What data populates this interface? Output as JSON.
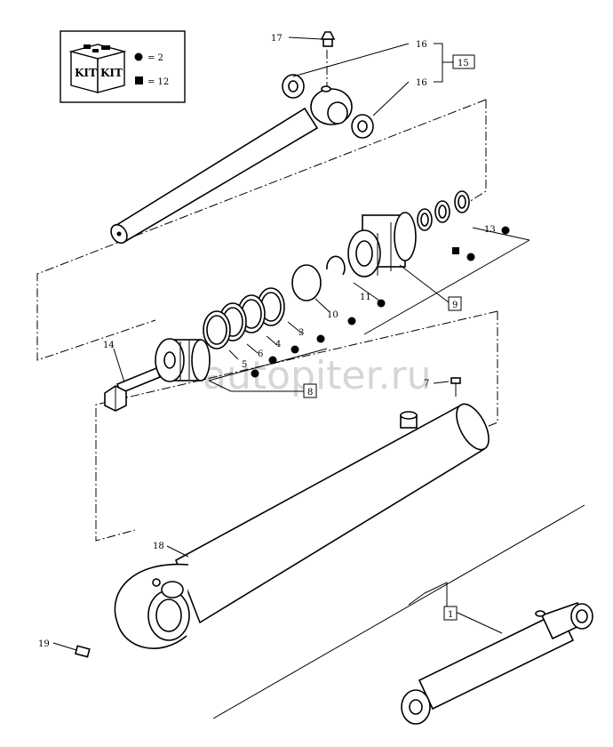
{
  "watermark": "autopiter.ru",
  "kit_legend": {
    "kit_text": "KIT",
    "circle_qty": "= 2",
    "square_qty": "= 12"
  },
  "callouts": {
    "c1": "1",
    "c3": "3",
    "c4": "4",
    "c5": "5",
    "c6": "6",
    "c7": "7",
    "c8": "8",
    "c9": "9",
    "c10": "10",
    "c11": "11",
    "c13": "13",
    "c14": "14",
    "c15": "15",
    "c16a": "16",
    "c16b": "16",
    "c17": "17",
    "c18": "18",
    "c19": "19"
  },
  "colors": {
    "ink": "#000000",
    "paper": "#ffffff",
    "watermark": "#d6d6d6"
  }
}
